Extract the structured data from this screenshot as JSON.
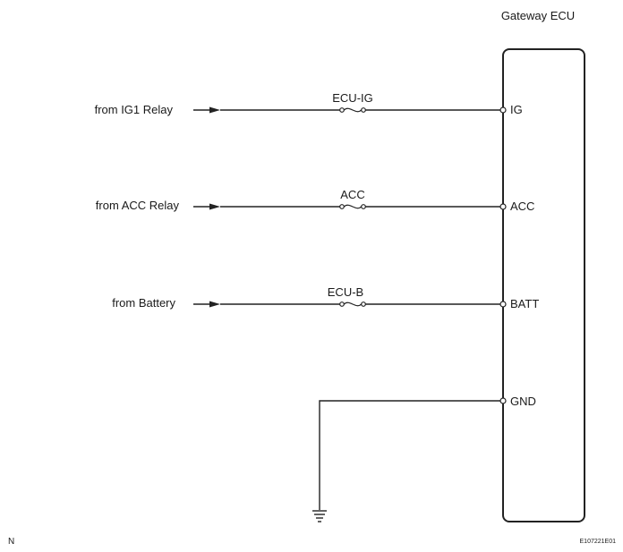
{
  "ecu": {
    "title": "Gateway ECU"
  },
  "inputs": [
    {
      "source": "from IG1 Relay",
      "fuse": "ECU-IG",
      "pin": "IG"
    },
    {
      "source": "from ACC Relay",
      "fuse": "ACC",
      "pin": "ACC"
    },
    {
      "source": "from Battery",
      "fuse": "ECU-B",
      "pin": "BATT"
    }
  ],
  "ground": {
    "pin": "GND"
  },
  "footer": {
    "left_mark": "N",
    "figure_code": "E107221E01"
  }
}
